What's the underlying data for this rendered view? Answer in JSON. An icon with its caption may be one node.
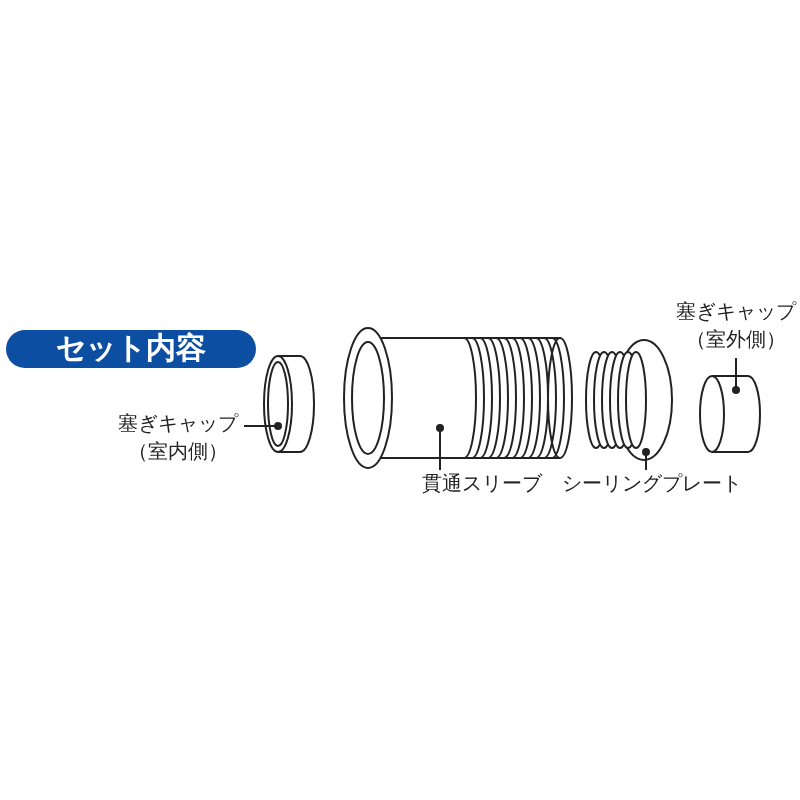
{
  "diagram": {
    "nodes": [
      {
        "text": [
          "セット内容"
        ]
      },
      {
        "text": [
          "塞ぎキャップ（室内側）"
        ]
      },
      {
        "text": [],
        "shape": "picture"
      },
      {
        "text": [],
        "shape": "picture"
      },
      {
        "text": [
          "貫通スリーブ"
        ]
      },
      {
        "text": [],
        "shape": "picture"
      },
      {
        "text": [
          "シーリングプレート"
        ]
      },
      {
        "text": [],
        "shape": "picture"
      },
      {
        "text": [
          "塞ぎキャップ（室外側）"
        ]
      }
    ],
    "edges": [
      {
        "from": 1,
        "to": 2,
        "arrow": "other"
      },
      {
        "from": 4,
        "to": 3,
        "arrow": "other"
      },
      {
        "from": 6,
        "to": 5,
        "arrow": "other"
      },
      {
        "from": 8,
        "to": 7,
        "arrow": "other"
      }
    ]
  }
}
